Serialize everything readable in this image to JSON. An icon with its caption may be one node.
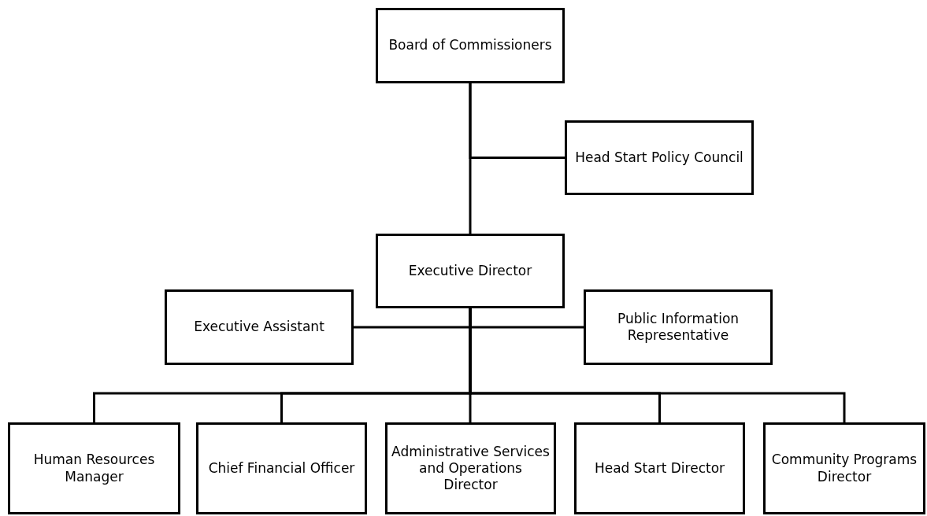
{
  "diagram": {
    "nodes": [
      {
        "text": [
          "Board of Commissioners"
        ]
      },
      {
        "text": [
          "Head Start Policy Council"
        ]
      },
      {
        "text": [
          "Executive Director"
        ]
      },
      {
        "text": [
          "Executive Assistant"
        ]
      },
      {
        "text": [
          "Public Information Representative"
        ]
      },
      {
        "text": [
          "Human Resources Manager"
        ]
      },
      {
        "text": [
          "Chief Financial Officer"
        ]
      },
      {
        "text": [
          "Administrative Services and Operations Director"
        ]
      },
      {
        "text": [
          "Head Start Director"
        ]
      },
      {
        "text": [
          "Community Programs Director"
        ]
      }
    ],
    "edges": [
      {
        "from": 0,
        "to": 1,
        "arrow": "none"
      },
      {
        "from": 0,
        "to": 2,
        "arrow": "none"
      },
      {
        "from": 2,
        "to": 3,
        "arrow": "none"
      },
      {
        "from": 2,
        "to": 4,
        "arrow": "none"
      },
      {
        "from": 2,
        "to": 5,
        "arrow": "none"
      },
      {
        "from": 2,
        "to": 6,
        "arrow": "none"
      },
      {
        "from": 2,
        "to": 7,
        "arrow": "none"
      },
      {
        "from": 2,
        "to": 8,
        "arrow": "none"
      },
      {
        "from": 2,
        "to": 9,
        "arrow": "none"
      }
    ]
  }
}
